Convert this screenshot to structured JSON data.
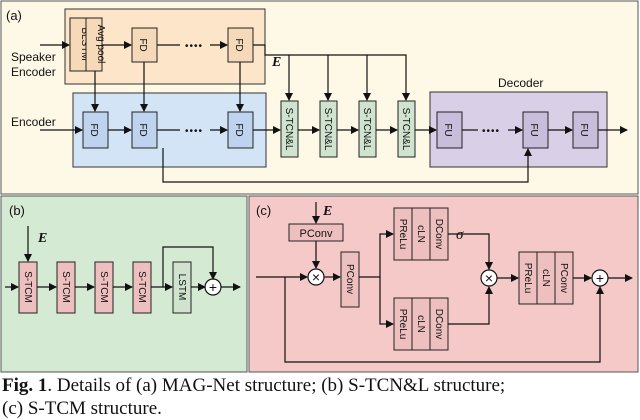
{
  "panels": {
    "a": {
      "label": "(a)"
    },
    "b": {
      "label": "(b)"
    },
    "c": {
      "label": "(c)"
    }
  },
  "a": {
    "speaker_encoder": "Speaker\nEncoder",
    "encoder": "Encoder",
    "decoder": "Decoder",
    "blstm": "BLSTM",
    "avgpool": "Avg pool",
    "fd": "FD",
    "fu": "FU",
    "stcnl": "S-TCN&L",
    "dots": "••••",
    "e": "E"
  },
  "b": {
    "e": "E",
    "stcm": "S-TCM",
    "lstm": "LSTM",
    "plus": "+"
  },
  "c": {
    "e": "E",
    "pconv": "PConv",
    "prelu": "PReLu",
    "cln": "cLN",
    "dconv": "DConv",
    "sigma": "σ",
    "times": "×",
    "plus": "+"
  },
  "caption": {
    "fig": "Fig. 1",
    "text": ". Details of (a) MAG-Net structure; (b) S-TCN&L structure;",
    "line2": "(c) S-TCM structure."
  },
  "colors": {
    "speaker_bg": "#fce5c8",
    "encoder_bg": "#d4e4f7",
    "decoder_bg": "#d9cfe6",
    "panel_b_bg": "#d5ead3",
    "panel_c_bg": "#f6c9c9",
    "fd_fill": "#bfd3ee",
    "fu_fill": "#c8bedb",
    "block_green": "#cfe3cf",
    "block_red": "#eebfbf",
    "blstm_fill": "#f5d9b8"
  }
}
